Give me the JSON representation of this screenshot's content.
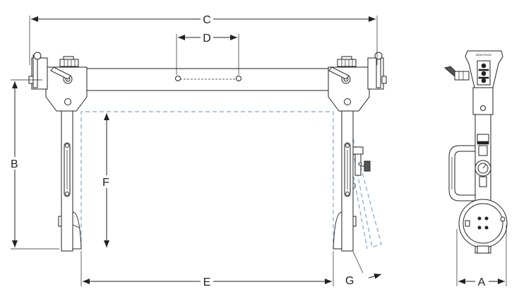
{
  "dimensions": {
    "a": "A",
    "b": "B",
    "c": "C",
    "d": "D",
    "e": "E",
    "f": "F",
    "g": "G"
  },
  "side_view": {
    "brand_text": "ARMSTRONG"
  },
  "colors": {
    "line": "#222222",
    "phantom": "#7fa8cc",
    "background": "#ffffff"
  }
}
